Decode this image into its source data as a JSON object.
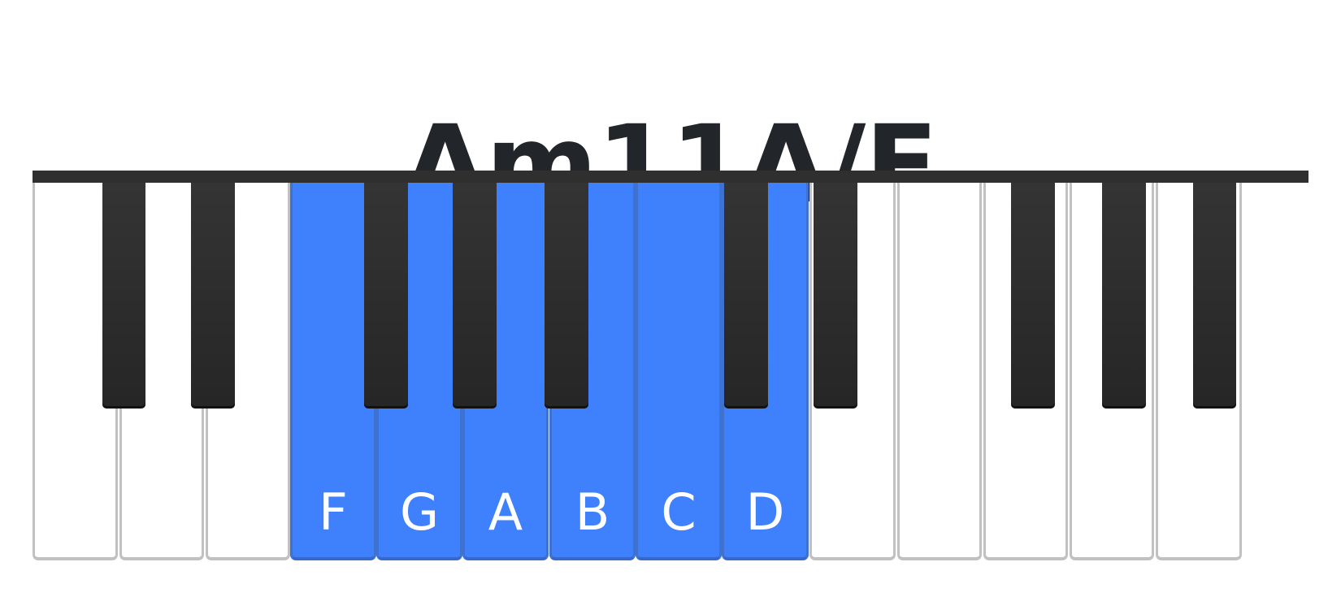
{
  "chord": {
    "name": "Am11A/F"
  },
  "keyboard": {
    "white_keys": [
      {
        "name": "white-key-1",
        "note": "",
        "active": false
      },
      {
        "name": "white-key-2",
        "note": "",
        "active": false
      },
      {
        "name": "white-key-3",
        "note": "",
        "active": false
      },
      {
        "name": "white-key-f",
        "note": "F",
        "active": true
      },
      {
        "name": "white-key-g",
        "note": "G",
        "active": true
      },
      {
        "name": "white-key-a",
        "note": "A",
        "active": true
      },
      {
        "name": "white-key-b",
        "note": "B",
        "active": true
      },
      {
        "name": "white-key-c",
        "note": "C",
        "active": true
      },
      {
        "name": "white-key-d",
        "note": "D",
        "active": true
      },
      {
        "name": "white-key-10",
        "note": "",
        "active": false
      },
      {
        "name": "white-key-11",
        "note": "",
        "active": false
      },
      {
        "name": "white-key-12",
        "note": "",
        "active": false
      },
      {
        "name": "white-key-13",
        "note": "",
        "active": false
      },
      {
        "name": "white-key-14",
        "note": "",
        "active": false
      }
    ],
    "colors": {
      "active_key": "#3f80fc",
      "black_key": "#2f2f2f",
      "inactive_key": "#ffffff",
      "title": "#222529"
    }
  }
}
